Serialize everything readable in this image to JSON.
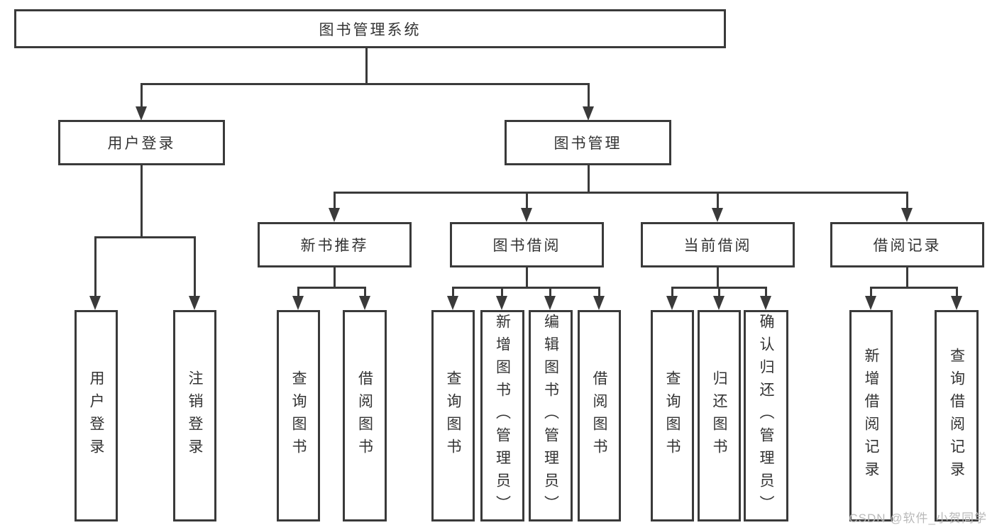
{
  "diagram": {
    "title": "图书管理系统",
    "type": "hierarchy-tree",
    "watermark": "CSDN @软件_小贺同学",
    "colors": {
      "line": "#3a3a3a",
      "text": "#333333",
      "background": "#ffffff",
      "watermark": "#b9b9b9"
    }
  },
  "nodes": {
    "root": "图书管理系统",
    "user_login": "用户登录",
    "book_mgmt": "图书管理",
    "new_book_rec": "新书推荐",
    "book_borrow": "图书借阅",
    "current_borrow": "当前借阅",
    "borrow_records": "借阅记录",
    "leaf_user_login": "用户登录",
    "leaf_logout": "注销登录",
    "leaf_query_books_1": "查询图书",
    "leaf_borrow_books_1": "借阅图书",
    "leaf_query_books_2": "查询图书",
    "leaf_add_books_admin": "新增图书（管理员）",
    "leaf_edit_books_admin": "编辑图书（管理员）",
    "leaf_borrow_books_2": "借阅图书",
    "leaf_query_books_3": "查询图书",
    "leaf_return_books": "归还图书",
    "leaf_confirm_return_admin": "确认归还（管理员）",
    "leaf_add_borrow_record": "新增借阅记录",
    "leaf_query_borrow_record": "查询借阅记录"
  },
  "tree": {
    "label": "图书管理系统",
    "children": [
      {
        "label": "用户登录",
        "children": [
          {
            "label": "用户登录"
          },
          {
            "label": "注销登录"
          }
        ]
      },
      {
        "label": "图书管理",
        "children": [
          {
            "label": "新书推荐",
            "children": [
              {
                "label": "查询图书"
              },
              {
                "label": "借阅图书"
              }
            ]
          },
          {
            "label": "图书借阅",
            "children": [
              {
                "label": "查询图书"
              },
              {
                "label": "新增图书（管理员）"
              },
              {
                "label": "编辑图书（管理员）"
              },
              {
                "label": "借阅图书"
              }
            ]
          },
          {
            "label": "当前借阅",
            "children": [
              {
                "label": "查询图书"
              },
              {
                "label": "归还图书"
              },
              {
                "label": "确认归还（管理员）"
              }
            ]
          },
          {
            "label": "借阅记录",
            "children": [
              {
                "label": "新增借阅记录"
              },
              {
                "label": "查询借阅记录"
              }
            ]
          }
        ]
      }
    ]
  }
}
